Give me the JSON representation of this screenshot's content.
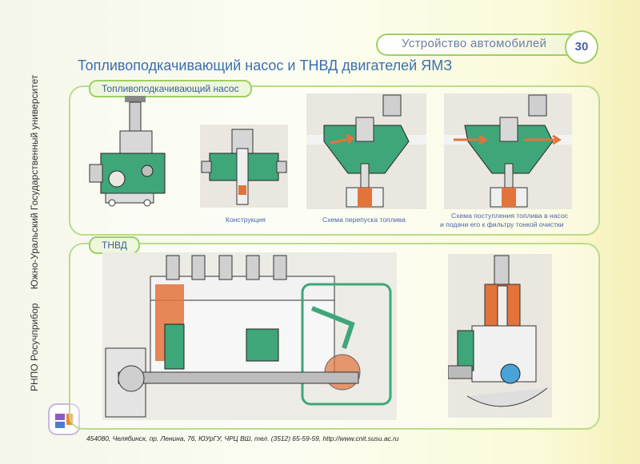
{
  "header": {
    "section_title": "Устройство автомобилей",
    "page_number": "30"
  },
  "main_title": "Топливоподкачивающий насос и ТНВД двигателей ЯМЗ",
  "sidebar": {
    "org_left": "РНПО Росучприбор",
    "org_right": "Южно-Уральский Государственный университет"
  },
  "panel_top": {
    "tab_label": "Топливоподкачивающий насос",
    "captions": {
      "construction": "Конструкция",
      "bypass": "Схема перепуска топлива",
      "supply_line1": "Схема поступления топлива в насос",
      "supply_line2": "и подачи его к фильтру тонкой очистки"
    }
  },
  "panel_bottom": {
    "tab_label": "ТНВД"
  },
  "footer": {
    "address": "454080, Челябинск, пр. Ленина, 76, ЮУрГУ, ЧРЦ ВШ, тел. (3512) 65-59-59, http://www.cnit.susu.ac.ru"
  },
  "colors": {
    "accent_green": "#9fd060",
    "title_blue": "#3b6fae",
    "part_green": "#3fa67a",
    "part_orange": "#e2733a"
  }
}
